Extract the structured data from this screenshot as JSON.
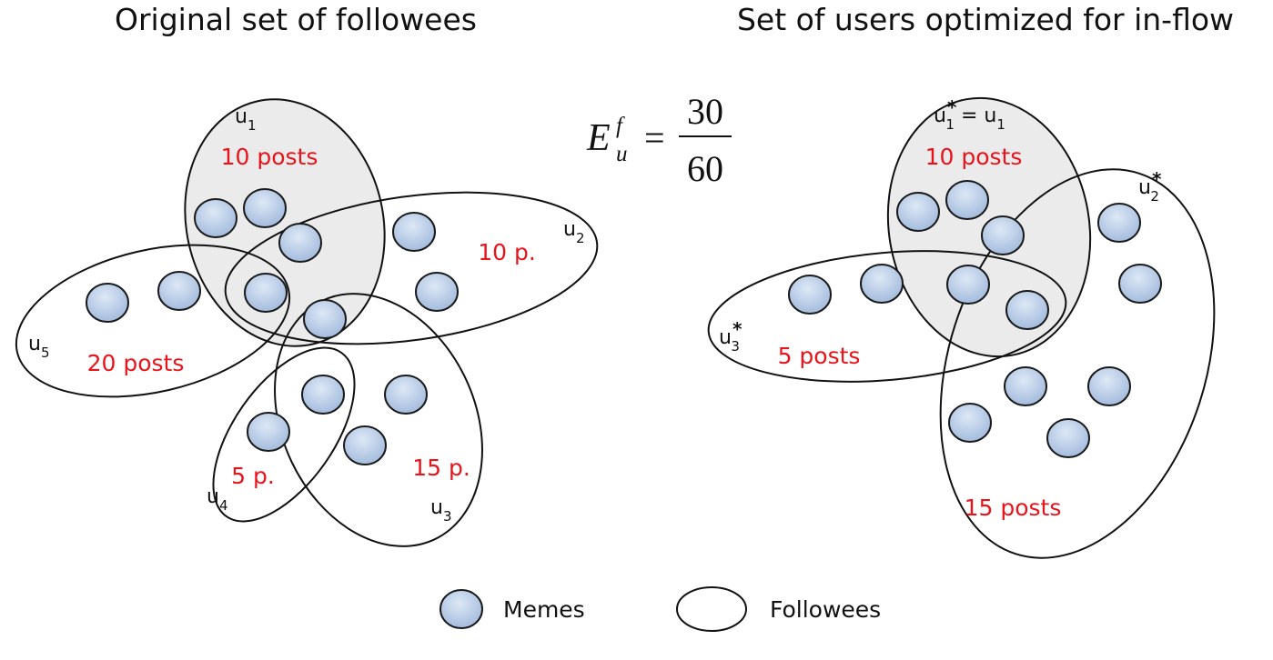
{
  "titles": {
    "left": "Original set of followees",
    "right": "Set of users optimized for in-flow"
  },
  "formula": {
    "base": "E",
    "superscript": "f",
    "subscript": "u",
    "equals": "=",
    "numerator": "30",
    "denominator": "60"
  },
  "left_panel": {
    "u1": {
      "name": "u",
      "index": "1",
      "posts": "10 posts"
    },
    "u2": {
      "name": "u",
      "index": "2",
      "posts": "10 p."
    },
    "u3": {
      "name": "u",
      "index": "3",
      "posts": "15 p."
    },
    "u4": {
      "name": "u",
      "index": "4",
      "posts": "5 p."
    },
    "u5": {
      "name": "u",
      "index": "5",
      "posts": "20 posts"
    }
  },
  "right_panel": {
    "u1": {
      "name": "u",
      "index": "1",
      "star": "*",
      "eq": " = u",
      "eq_index": "1",
      "posts": "10 posts"
    },
    "u2": {
      "name": "u",
      "index": "2",
      "star": "*"
    },
    "u3": {
      "name": "u",
      "index": "3",
      "star": "*",
      "posts": "5 posts"
    },
    "u2_posts": "15 posts"
  },
  "legend": {
    "memes": "Memes",
    "followees": "Followees"
  },
  "colors": {
    "post_text": "#e8141c",
    "meme_fill_top": "#dde8f6",
    "meme_fill_bottom": "#9fb8db",
    "shaded_followee": "#ebebeb"
  }
}
